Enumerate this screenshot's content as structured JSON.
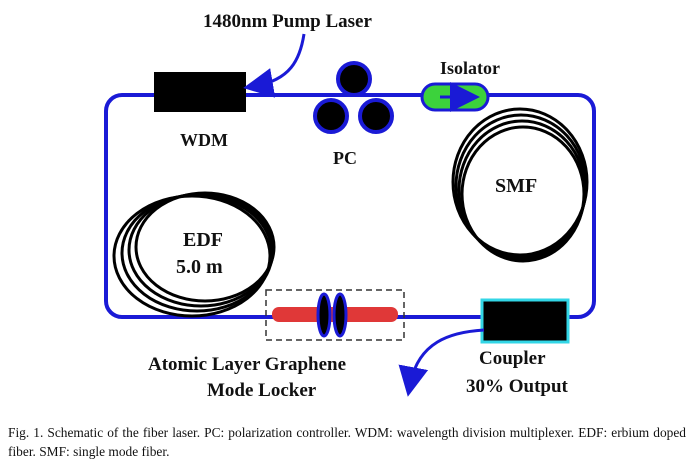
{
  "diagram": {
    "labels": {
      "pump": "1480nm Pump Laser",
      "isolator": "Isolator",
      "wdm": "WDM",
      "pc": "PC",
      "smf": "SMF",
      "edf_line1": "EDF",
      "edf_line2": "5.0 m",
      "graphene_line1": "Atomic Layer Graphene",
      "graphene_line2": "Mode Locker",
      "coupler_line1": "Coupler",
      "coupler_line2": "30% Output"
    },
    "colors": {
      "fiber": "#1a1ad6",
      "component": "#000000",
      "isolator_fill": "#3cd23c",
      "graphene_stripe": "#e03838",
      "coupler_border": "#33d6e6",
      "coil": "#000000"
    }
  },
  "caption": "Fig. 1. Schematic of the fiber laser. PC: polarization controller. WDM: wavelength division multiplexer. EDF: erbium doped fiber. SMF: single mode fiber."
}
